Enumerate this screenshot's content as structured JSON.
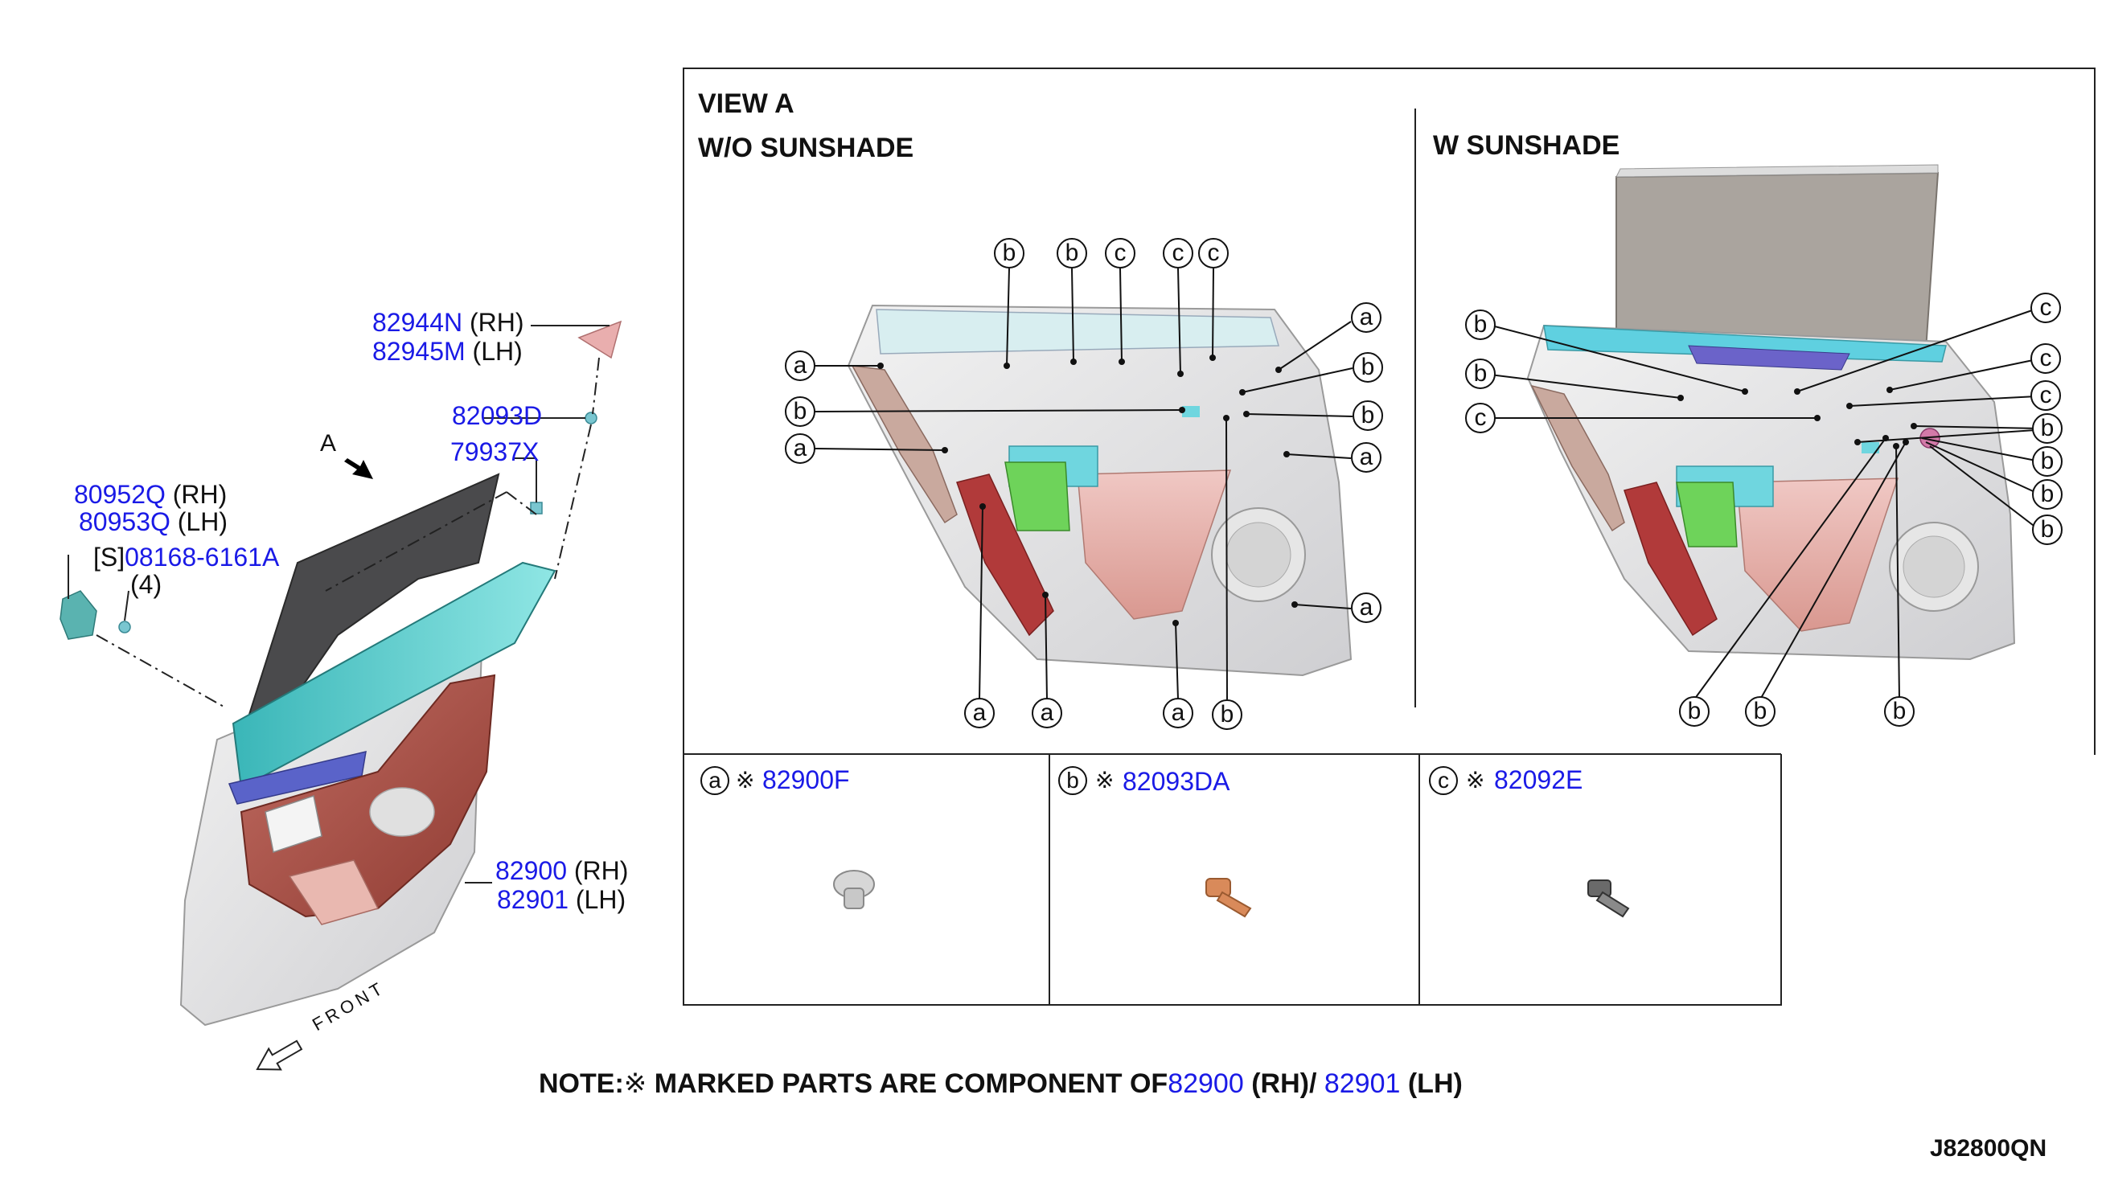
{
  "main_view": {
    "view_arrow_label": "A",
    "front_label": "FRONT",
    "parts": [
      {
        "part_no": "82944N",
        "side": "(RH)"
      },
      {
        "part_no": "82945M",
        "side": "(LH)"
      },
      {
        "part_no": "82093D",
        "side": ""
      },
      {
        "part_no": "79937X",
        "side": ""
      },
      {
        "part_no": "80952Q",
        "side": "(RH)"
      },
      {
        "part_no": "80953Q",
        "side": "(LH)"
      },
      {
        "prefix": "[S]",
        "part_no": "08168-6161A",
        "qty": "(4)"
      },
      {
        "part_no": "82900",
        "side": "(RH)"
      },
      {
        "part_no": "82901",
        "side": "(LH)"
      }
    ]
  },
  "view_a": {
    "title": "VIEW A",
    "left_title": "W/O SUNSHADE",
    "right_title": "W SUNSHADE",
    "left_callouts": [
      "b",
      "b",
      "c",
      "c",
      "c",
      "a",
      "b",
      "a",
      "a",
      "b",
      "b",
      "a",
      "a",
      "a",
      "a",
      "a",
      "b"
    ],
    "right_callouts": [
      "b",
      "b",
      "c",
      "c",
      "c",
      "c",
      "b",
      "b",
      "b",
      "b",
      "b",
      "b",
      "b"
    ]
  },
  "legend": [
    {
      "letter": "a",
      "mark": "※",
      "part_no": "82900F"
    },
    {
      "letter": "b",
      "mark": "※",
      "part_no": "82093DA"
    },
    {
      "letter": "c",
      "mark": "※",
      "part_no": "82092E"
    }
  ],
  "note": {
    "prefix": "NOTE:",
    "mark": "※",
    "text": "MARKED PARTS ARE COMPONENT OF",
    "part_rh": "82900",
    "rh": "(RH)",
    "slash": "/",
    "part_lh": "82901",
    "lh": "(LH)"
  },
  "diagram_id": "J82800QN"
}
